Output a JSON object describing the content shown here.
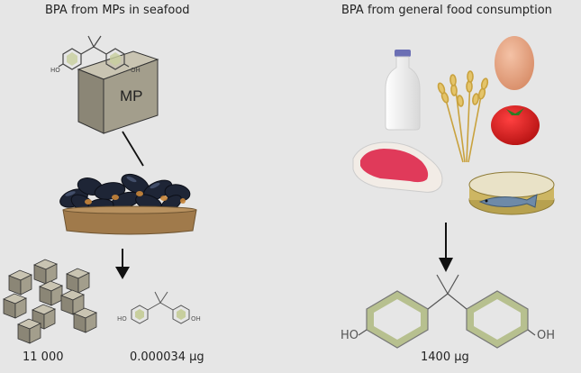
{
  "titles": {
    "left": "BPA from MPs in seafood",
    "right": "BPA from general food consumption"
  },
  "labels": {
    "microplastic": "MP",
    "particle_count": "11 000",
    "bpa_from_mps": "0.000034 µg",
    "bpa_from_food": "1400 µg",
    "hydroxyl": "HO",
    "hydroxyl_right": "OH"
  },
  "colors": {
    "background": "#e6e6e6",
    "cube": "#a39e8c",
    "mussel": "#1e2536",
    "basket": "#a07a4b",
    "milk": "#ffffff",
    "egg": "#e7a685",
    "tomato": "#d82020",
    "meat": "#e03a5a",
    "ring": "#b7c08f"
  },
  "icons": [
    "microplastic-cube-icon",
    "bpa-molecule-icon",
    "mussel-basket-icon",
    "milk-bottle-icon",
    "egg-icon",
    "wheat-icon",
    "tomato-icon",
    "meat-icon",
    "sardine-can-icon",
    "arrow-down-icon"
  ]
}
